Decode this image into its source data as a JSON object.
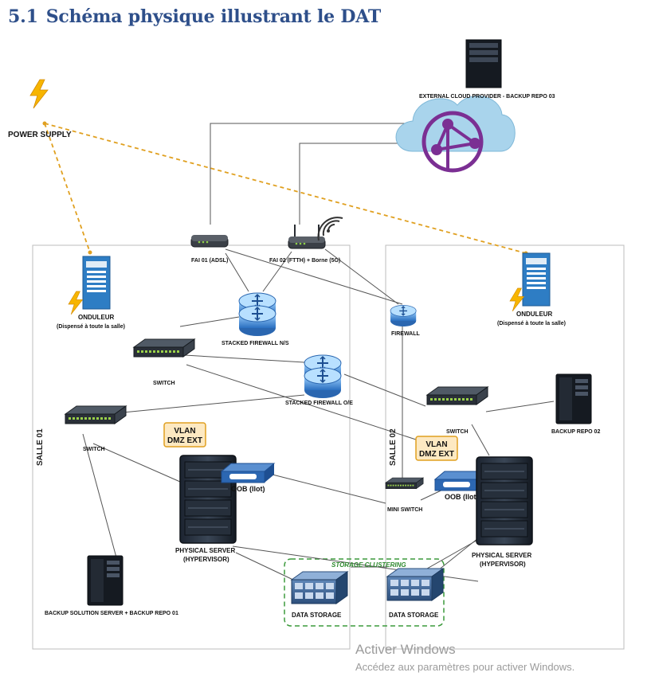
{
  "section": {
    "number": "5.1",
    "title": "Schéma physique illustrant le DAT"
  },
  "labels": {
    "power_supply": "POWER SUPPLY",
    "cloud": "EXTERNAL CLOUD PROVIDER - BACKUP REPO 03",
    "fai01": "FAI 01 (ADSL)",
    "fai02": "FAI 02 (FTTH) + Borne (5G)",
    "ups_left_title": "ONDULEUR",
    "ups_left_sub": "(Dispensé à toute la salle)",
    "ups_right_title": "ONDULEUR",
    "ups_right_sub": "(Dispensé à toute la salle)",
    "fw_ns": "STACKED FIREWALL N/S",
    "fw_oe": "STACKED FIREWALL O/E",
    "firewall": "FIREWALL",
    "switch1": "SWITCH",
    "switch2": "SWITCH",
    "switch_r": "SWITCH",
    "vlan_left_1": "VLAN",
    "vlan_left_2": "DMZ EXT",
    "vlan_right_1": "VLAN",
    "vlan_right_2": "DMZ EXT",
    "oob_left": "OOB (Ilot)",
    "oob_right": "OOB (Ilot)",
    "mini_switch": "MINI SWITCH",
    "phys_left_1": "PHYSICAL SERVER",
    "phys_left_2": "(HYPERVISOR)",
    "phys_right_1": "PHYSICAL SERVER",
    "phys_right_2": "(HYPERVISOR)",
    "backup02": "BACKUP REPO 02",
    "backup01": "BACKUP SOLUTION SERVER + BACKUP REPO 01",
    "storage_left": "DATA STORAGE",
    "storage_right": "DATA STORAGE",
    "cluster": "STORAGE CLUSTERING",
    "salle01": "SALLE 01",
    "salle02": "SALLE 02"
  },
  "watermark": {
    "line1": "Activer Windows",
    "line2": "Accédez aux paramètres pour activer Windows."
  },
  "colors": {
    "heading": "#2e4f8a",
    "power_line": "#e0a020",
    "cloud_fill": "#a9d4ec",
    "cloud_icon": "#7b2f93",
    "cluster_line": "#3c9a3c",
    "vlan_fill": "#fde9c2",
    "vlan_stroke": "#e0a020",
    "router_blue": "#2f7fc9",
    "ups_blue": "#2e7dc4"
  }
}
